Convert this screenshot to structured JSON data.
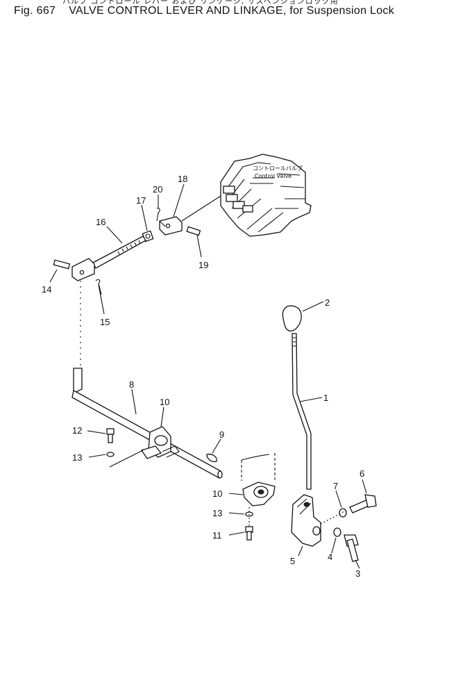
{
  "caption": {
    "japanese": "バルブ コントロール レバー および リンケージ, サスペンションロック用",
    "figure": "Fig. 667",
    "title": "VALVE CONTROL LEVER AND LINKAGE, for Suspension Lock"
  },
  "control_valve_note": {
    "japanese": "コントロールバルブ",
    "english": "Control Valve"
  },
  "callouts": {
    "c1": "1",
    "c2": "2",
    "c3": "3",
    "c4": "4",
    "c5": "5",
    "c6": "6",
    "c7": "7",
    "c8": "8",
    "c9": "9",
    "c10a": "10",
    "c10b": "10",
    "c11": "11",
    "c12": "12",
    "c13a": "13",
    "c13b": "13",
    "c14": "14",
    "c15": "15",
    "c16": "16",
    "c17": "17",
    "c18": "18",
    "c19": "19",
    "c20": "20"
  }
}
